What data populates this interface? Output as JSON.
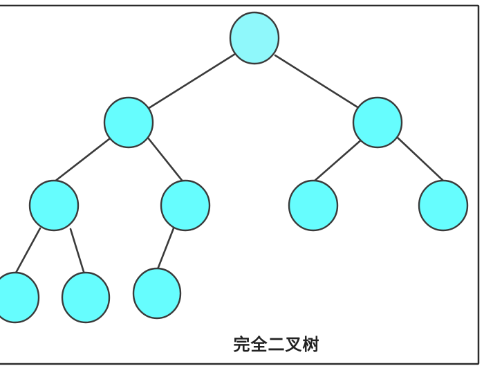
{
  "caption": "完全二叉树",
  "colors": {
    "node_fill_root": "#8ff8fb",
    "node_fill": "#66fdfe",
    "stroke": "#3a3a3a",
    "frame": "#2b2b2b",
    "background": "#ffffff"
  },
  "tree": {
    "levels": 4,
    "node_count": 10,
    "nodes": [
      {
        "id": "n1",
        "level": 0
      },
      {
        "id": "n2",
        "level": 1,
        "parent": "n1"
      },
      {
        "id": "n3",
        "level": 1,
        "parent": "n1"
      },
      {
        "id": "n4",
        "level": 2,
        "parent": "n2"
      },
      {
        "id": "n5",
        "level": 2,
        "parent": "n2"
      },
      {
        "id": "n6",
        "level": 2,
        "parent": "n3"
      },
      {
        "id": "n7",
        "level": 2,
        "parent": "n3"
      },
      {
        "id": "n8",
        "level": 3,
        "parent": "n4"
      },
      {
        "id": "n9",
        "level": 3,
        "parent": "n4"
      },
      {
        "id": "n10",
        "level": 3,
        "parent": "n5"
      }
    ]
  }
}
